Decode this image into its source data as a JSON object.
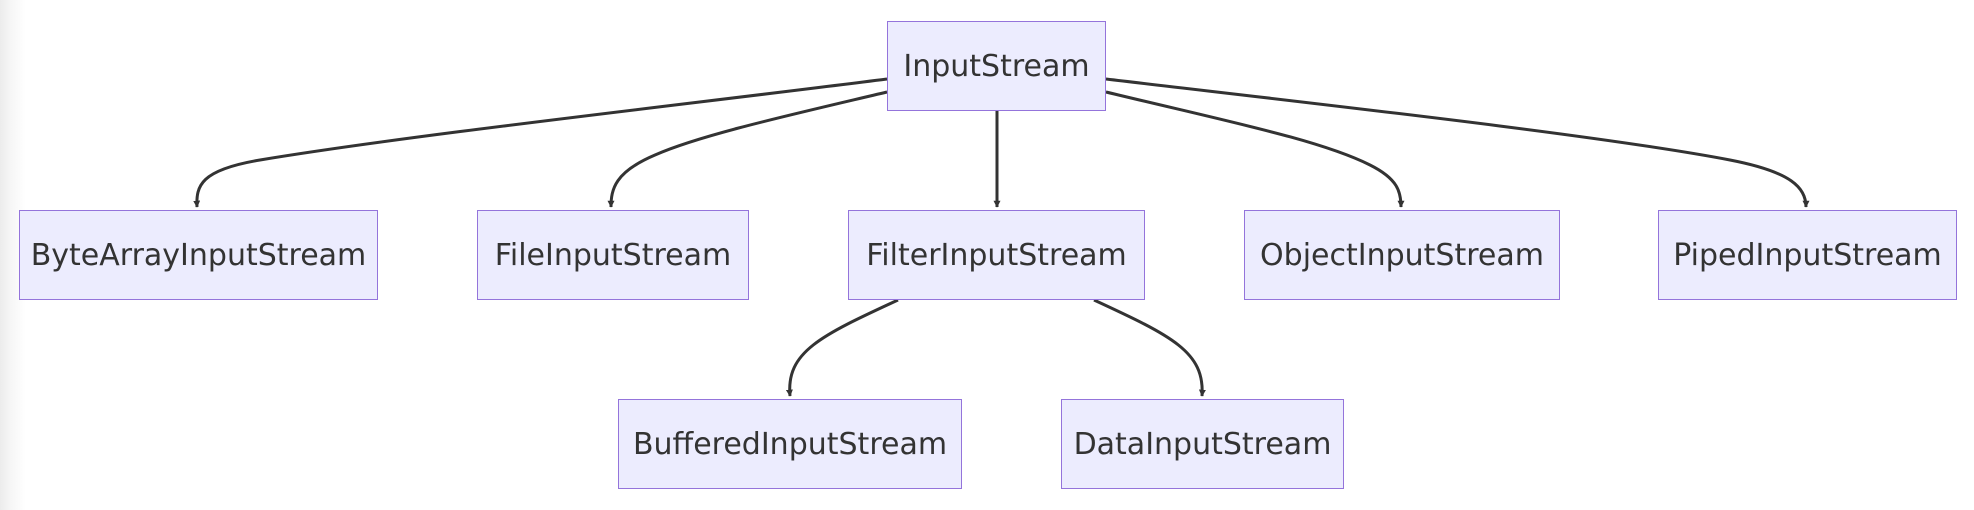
{
  "diagram": {
    "colors": {
      "node_fill": "#ececfe",
      "node_border": "#9474db",
      "edge": "#333333",
      "text": "#333333"
    },
    "nodes": {
      "input_stream": "InputStream",
      "byte_array_input_stream": "ByteArrayInputStream",
      "file_input_stream": "FileInputStream",
      "filter_input_stream": "FilterInputStream",
      "object_input_stream": "ObjectInputStream",
      "piped_input_stream": "PipedInputStream",
      "buffered_input_stream": "BufferedInputStream",
      "data_input_stream": "DataInputStream"
    },
    "edges": [
      {
        "from": "InputStream",
        "to": "ByteArrayInputStream"
      },
      {
        "from": "InputStream",
        "to": "FileInputStream"
      },
      {
        "from": "InputStream",
        "to": "FilterInputStream"
      },
      {
        "from": "InputStream",
        "to": "ObjectInputStream"
      },
      {
        "from": "InputStream",
        "to": "PipedInputStream"
      },
      {
        "from": "FilterInputStream",
        "to": "BufferedInputStream"
      },
      {
        "from": "FilterInputStream",
        "to": "DataInputStream"
      }
    ]
  }
}
